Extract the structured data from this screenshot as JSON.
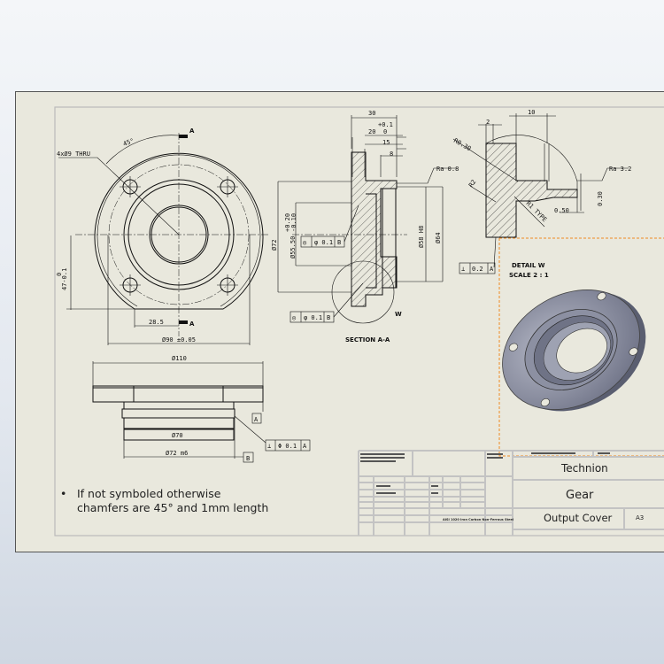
{
  "front_view": {
    "holes_note": "4xØ9 THRU",
    "angle": "45°",
    "section_label": "A",
    "dim_height": "47-0.1",
    "dim_height_tol": "0",
    "dim_offset": "28.5",
    "dim_bolt_circle": "Ø90 ±0.05"
  },
  "section_view": {
    "title": "SECTION A-A",
    "dim_30": "30",
    "dim_20": "20",
    "dim_20_tol_upper": "+0.1",
    "dim_20_tol_lower": "0",
    "dim_15": "15",
    "dim_8": "8",
    "roughness": "Ra 0.8",
    "dim_72": "Ø72",
    "dim_bore": "Ø55.50",
    "dim_bore_tol_upper": "+0.20",
    "dim_bore_tol_lower": "-0.10",
    "dim_58": "Ø58 H8",
    "dim_64": "Ø64",
    "concentricity_1": {
      "symbol": "◎",
      "value": "φ 0.1",
      "datum": "B"
    },
    "concentricity_2": {
      "symbol": "◎",
      "value": "φ 0.1",
      "datum": "B"
    },
    "detail_label": "W"
  },
  "detail_view": {
    "title": "DETAIL W",
    "scale": "SCALE 2 : 1",
    "dim_2": "2",
    "dim_10": "10",
    "r030": "R0.30",
    "r2": "R2",
    "r1_type": "R1 TYPE",
    "roughness": "Ra 3.2",
    "dim_050": "0.50",
    "dim_030": "0.30",
    "perpendicularity": {
      "symbol": "⊥",
      "value": "0.2",
      "datum": "A"
    }
  },
  "side_view": {
    "dim_110": "Ø110",
    "dim_70": "Ø70",
    "dim_72": "Ø72 m6",
    "datum_a": "A",
    "datum_b": "B",
    "perpendicularity": {
      "symbol": "⊥",
      "value": "Φ 0.1",
      "datum": "A"
    }
  },
  "notes": {
    "bullet": "•",
    "line1": "If not symboled otherwise",
    "line2": "chamfers are 45° and 1mm length"
  },
  "title_block": {
    "company": "Technion",
    "title": "Gear",
    "part_name": "Output Cover",
    "size": "A3",
    "material": "AISI 1020 Iron Carbon Non-Ferrous Steel"
  }
}
